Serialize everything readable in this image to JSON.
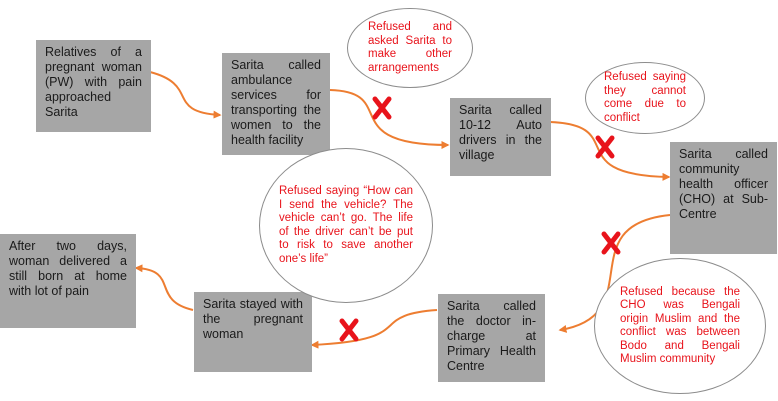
{
  "colors": {
    "box_fill": "#a6a6a6",
    "arrow": "#ed7d31",
    "cross": "#e8131b",
    "bubble_text": "#e8131b",
    "bubble_border": "#8c8c8c"
  },
  "steps": {
    "s1": "Relatives of a pregnant woman (PW) with pain approached Sarita",
    "s2": "Sarita called ambulance services for transporting the women to the health facility",
    "s3": "Sarita called 10-12 Auto drivers in the village",
    "s4": "Sarita called community health officer (CHO) at Sub-Centre",
    "s5": "Sarita called the doctor in-charge at Primary Health Centre",
    "s6": "Sarita stayed with the pregnant woman",
    "s7": "After two days, woman delivered a still born at home with lot of pain"
  },
  "responses": {
    "r1": "Refused and asked Sarita to make other arrangements",
    "r2": "Refused saying they cannot come due to conflict",
    "r3": "Refused saying “How can I send the vehicle? The vehicle can’t go. The life of the driver can’t be put to risk to save another one’s life”",
    "r4": "Refused because the CHO was Bengali origin Muslim and the conflict was between Bodo and Bengali Muslim community"
  },
  "icons": {
    "arrow_head": "arrowhead",
    "refusal_mark": "red-cross-icon"
  }
}
